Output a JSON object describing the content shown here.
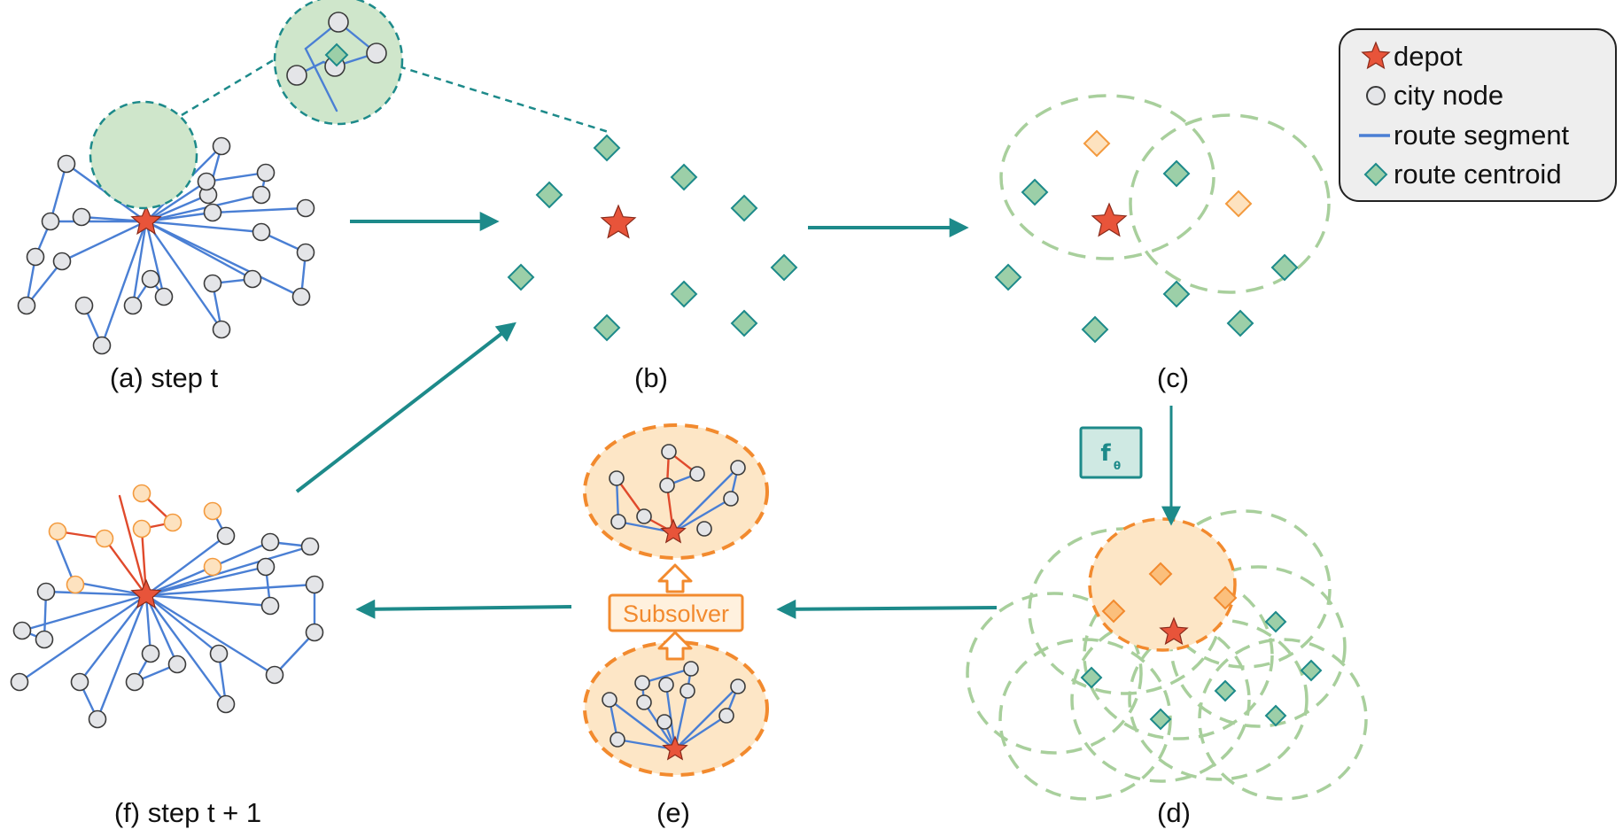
{
  "colors": {
    "depot": "#e8543a",
    "node_fill": "#e4e5e8",
    "node_stroke": "#3a3a3a",
    "route": "#4a7fd4",
    "route_selected": "#e04a2c",
    "centroid_fill": "#9ccfa8",
    "centroid_stroke": "#1d8a8a",
    "selected_fill": "#fde2bf",
    "selected_stroke": "#f39a3e",
    "teal": "#1d8a8a",
    "green_dash": "#a8cf9c",
    "green_zoom_fill": "#cfe6cb",
    "orange": "#f28a2e",
    "orange_fill": "#fde6c6",
    "subsolver_text": "#f28a2e",
    "f_theta_fill": "#cfe9e3"
  },
  "legend": {
    "items": [
      {
        "icon": "depot-star-icon",
        "label": "depot"
      },
      {
        "icon": "city-node-icon",
        "label": "city node"
      },
      {
        "icon": "route-segment-icon",
        "label": "route segment"
      },
      {
        "icon": "route-centroid-icon",
        "label": "route centroid"
      }
    ]
  },
  "panels": {
    "a": {
      "caption": "(a) step t"
    },
    "b": {
      "caption": "(b)"
    },
    "c": {
      "caption": "(c)"
    },
    "d": {
      "caption": "(d)"
    },
    "e": {
      "caption": "(e)"
    },
    "f": {
      "caption": "(f) step t + 1"
    }
  },
  "model_box": {
    "main": "f",
    "sub": "θ"
  },
  "subsolver": {
    "label": "Subsolver"
  }
}
